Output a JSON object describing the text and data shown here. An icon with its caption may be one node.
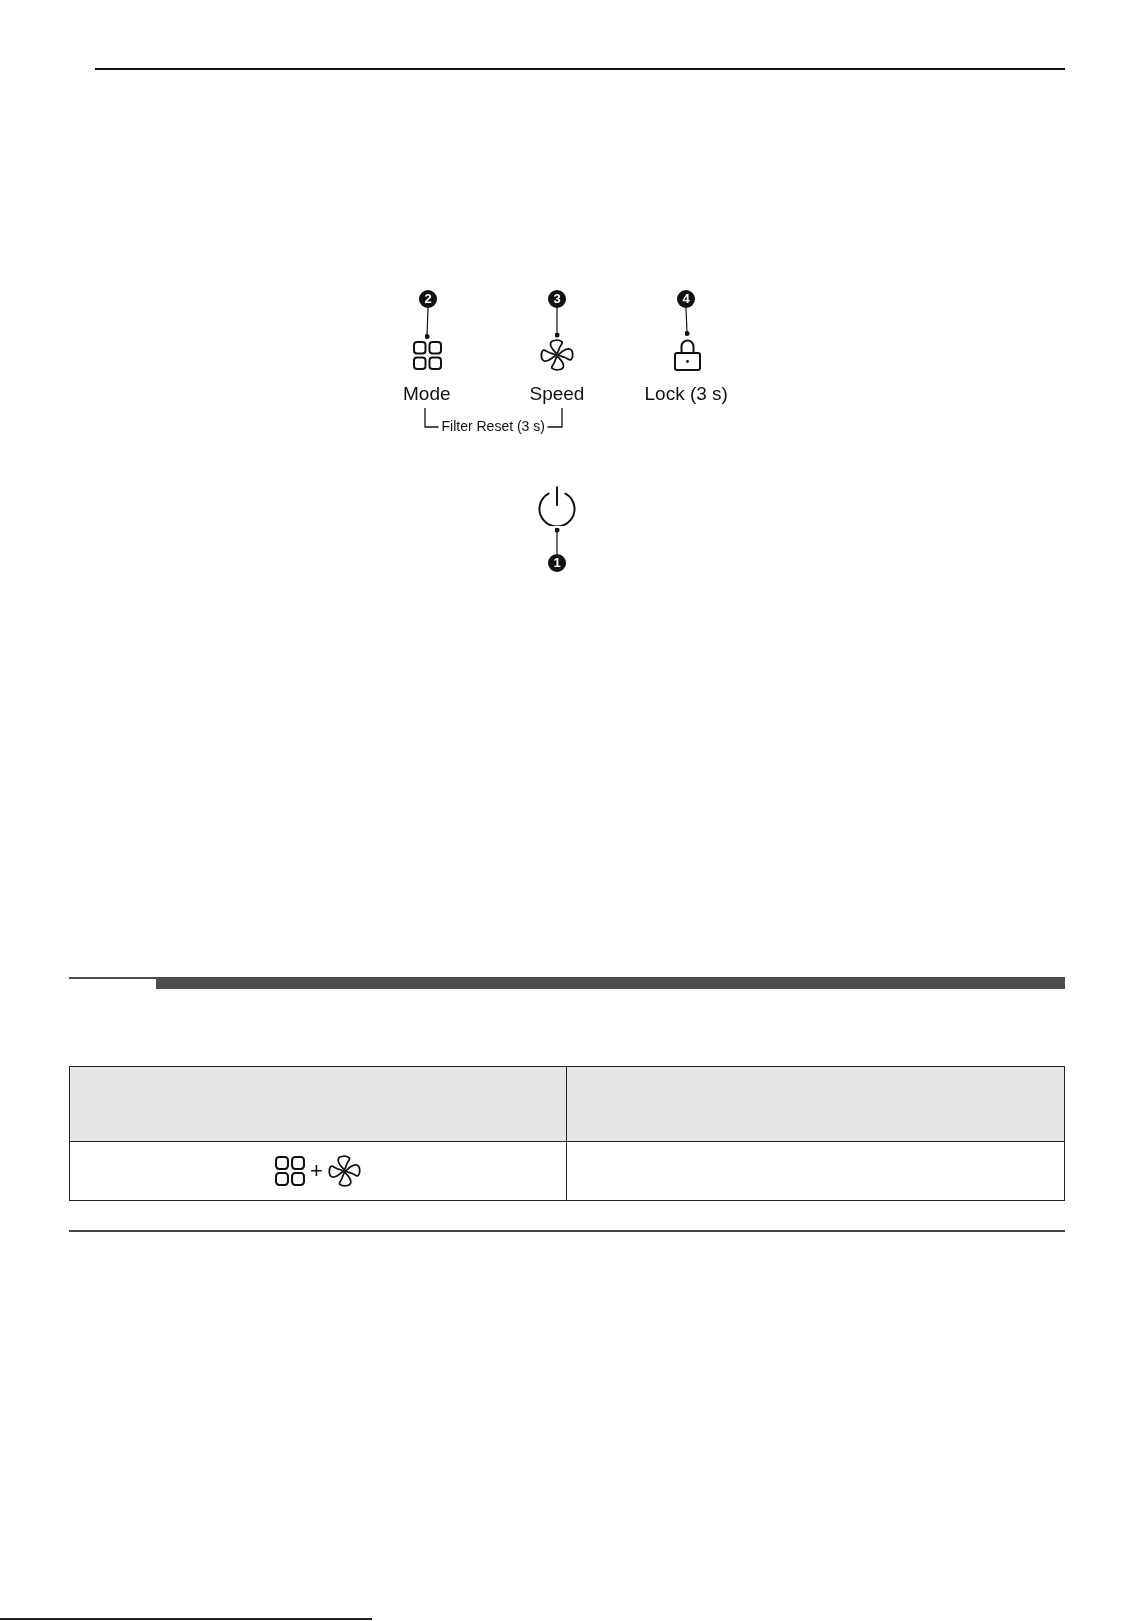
{
  "diagram": {
    "nodes": [
      {
        "text": [
          "2"
        ]
      },
      {
        "text": [
          "3"
        ]
      },
      {
        "text": [
          "4"
        ]
      },
      {
        "text": [],
        "shape": "picture",
        "beside": [
          "Mode"
        ]
      },
      {
        "text": [],
        "shape": "picture",
        "beside": [
          "Speed"
        ]
      },
      {
        "text": [],
        "shape": "picture",
        "beside": [
          "Lock (3 s)"
        ]
      },
      {
        "text": [],
        "shape": "picture"
      },
      {
        "text": [
          "1"
        ]
      }
    ],
    "edges": [
      {
        "from": 0,
        "to": 3,
        "arrow": "other"
      },
      {
        "from": 1,
        "to": 4,
        "arrow": "other"
      },
      {
        "from": 2,
        "to": 5,
        "arrow": "other"
      },
      {
        "from": 7,
        "to": 6,
        "arrow": "other"
      }
    ],
    "labels": [
      "Filter Reset (3 s)",
      "+"
    ]
  }
}
